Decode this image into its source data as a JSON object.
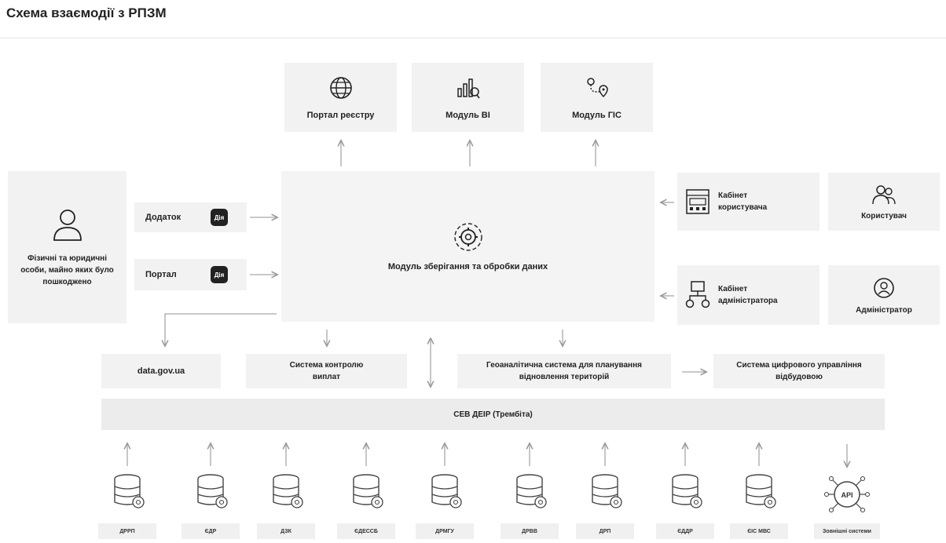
{
  "title": "Схема взаємодії з РПЗМ",
  "top_modules": [
    {
      "label": "Портал реєстру",
      "icon": "globe-window-icon"
    },
    {
      "label": "Модуль BI",
      "icon": "bi-analytics-icon"
    },
    {
      "label": "Модуль ГІС",
      "icon": "map-route-icon"
    }
  ],
  "persons": {
    "label": "Фізичні та юридичні особи, майно яких було пошкоджено",
    "icon": "person-icon"
  },
  "entry_points": [
    {
      "label": "Додаток",
      "badge": "Дія"
    },
    {
      "label": "Портал",
      "badge": "Дія"
    }
  ],
  "core": {
    "label": "Модуль зберігання та обробки даних",
    "icon": "gear-cycle-icon"
  },
  "cabinets": [
    {
      "label": "Кабінет користувача",
      "icon": "user-cabinet-icon"
    },
    {
      "label": "Кабінет адміністратора",
      "icon": "admin-cabinet-icon"
    }
  ],
  "roles": [
    {
      "label": "Користувач",
      "icon": "user-group-icon"
    },
    {
      "label": "Адміністратор",
      "icon": "admin-badge-icon"
    }
  ],
  "outputs": {
    "datagov": "data.gov.ua",
    "payments": "Система контролю виплат",
    "geo": "Геоаналітична система для планування відновлення територій",
    "digital": "Система цифрового управління відбудовою"
  },
  "bus": "СЕВ ДЕІР (Трембіта)",
  "sources": [
    "ДРРП",
    "ЄДР",
    "ДЗК",
    "ЄДЕССБ",
    "ДРМГУ",
    "ДРВВ",
    "ДРП",
    "ЄДДР",
    "ЄІС МВС",
    "Зовнішні системи"
  ]
}
